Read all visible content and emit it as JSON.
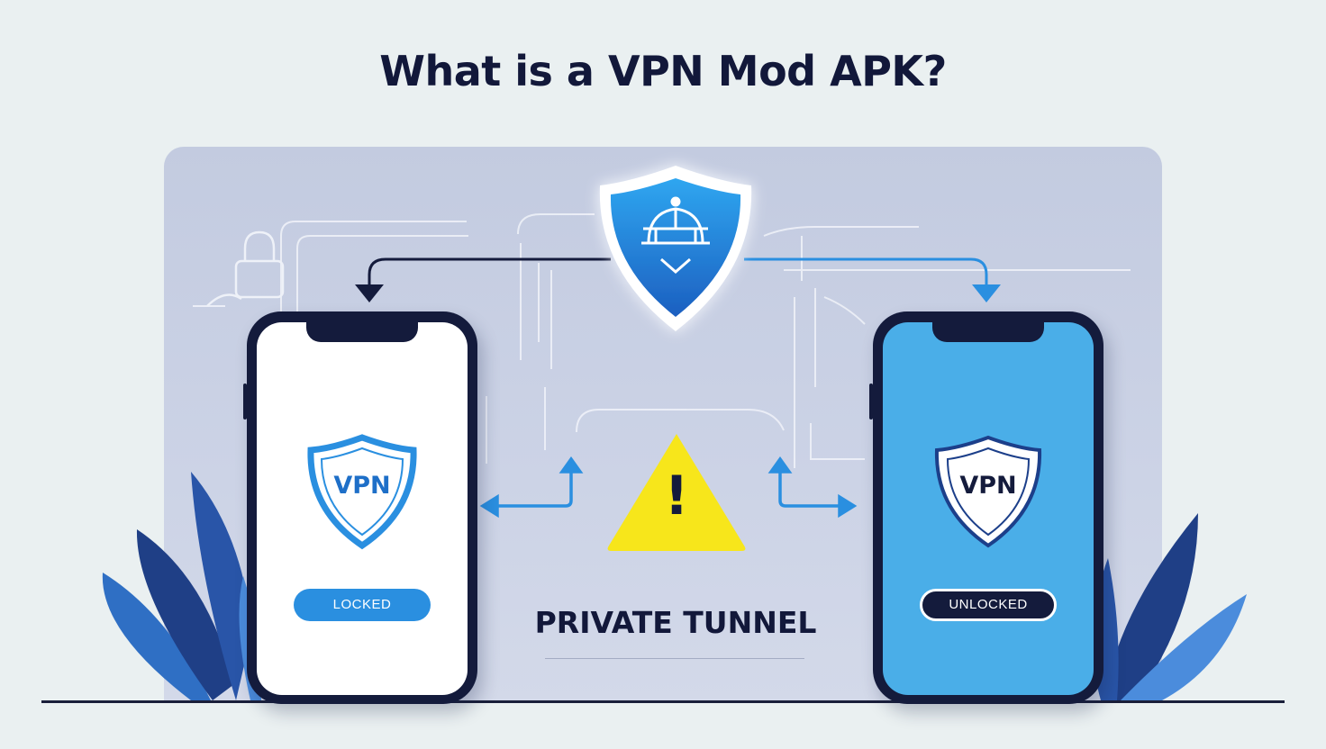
{
  "title": "What is a VPN Mod APK?",
  "center_shield": {
    "icon": "shield-icon"
  },
  "left_phone": {
    "shield_text": "VPN",
    "status": "LOCKED",
    "screen_color": "#ffffff",
    "accent": "#2a8fe0"
  },
  "right_phone": {
    "shield_text": "VPN",
    "status": "UNLOCKED",
    "screen_color": "#4aaee8",
    "accent": "#1c3f8a"
  },
  "warning": {
    "icon": "warning-icon",
    "symbol": "!"
  },
  "tunnel_label": "PRIVATE TUNNEL",
  "colors": {
    "background": "#eaf0f1",
    "panel": "#c8d0e4",
    "dark_navy": "#141b3c",
    "blue": "#2a8fe0",
    "warning_yellow": "#f7e61b"
  }
}
